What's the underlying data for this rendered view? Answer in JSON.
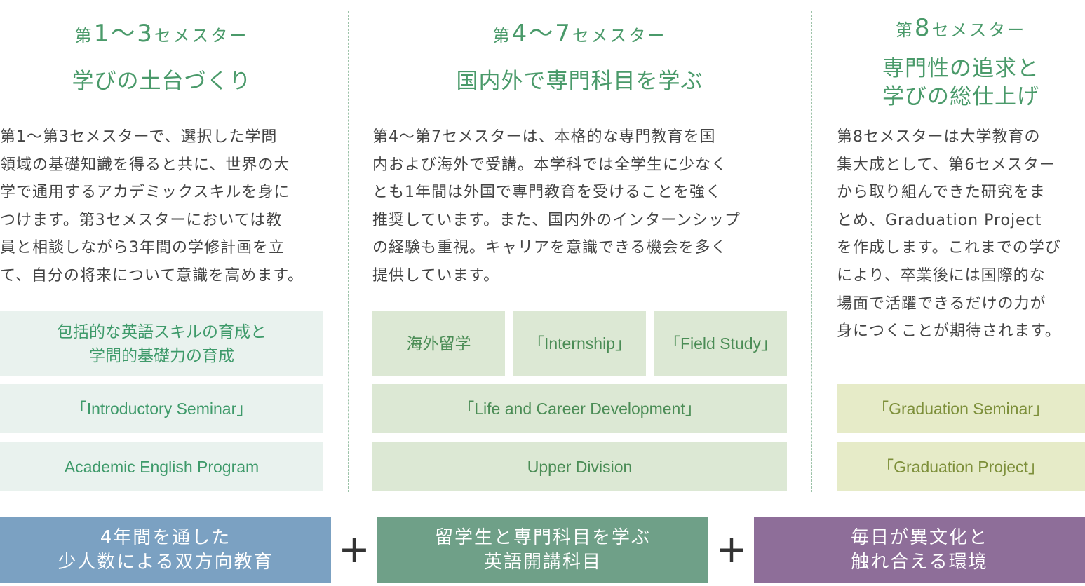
{
  "columns": [
    {
      "semester": {
        "prefix": "第",
        "range": "1〜3",
        "suffix": "セメスター"
      },
      "heading": [
        "学びの土台づくり"
      ],
      "description": [
        "第1〜第3セメスターで、選択した学問",
        "領域の基礎知識を得ると共に、世界の大",
        "学で通用するアカデミックスキルを身に",
        "つけます。第3セメスターにおいては教",
        "員と相談しながら3年間の学修計画を立",
        "て、自分の将来について意識を高めます。"
      ],
      "boxes": [
        [
          "包括的な英語スキルの育成と",
          "学問的基礎力の育成"
        ],
        [
          "「Introductory Seminar」"
        ],
        [
          "Academic English Program"
        ]
      ]
    },
    {
      "semester": {
        "prefix": "第",
        "range": "4〜7",
        "suffix": "セメスター"
      },
      "heading": [
        "国内外で専門科目を学ぶ"
      ],
      "description": [
        "第4〜第7セメスターは、本格的な専門教育を国",
        "内および海外で受講。本学科では全学生に少なく",
        "とも1年間は外国で専門教育を受けることを強く",
        "推奨しています。また、国内外のインターンシップ",
        "の経験も重視。キャリアを意識できる機会を多く",
        "提供しています。"
      ],
      "boxes": [
        [
          "海外留学"
        ],
        [
          "「Internship」"
        ],
        [
          "「Field Study」"
        ],
        [
          "「Life and Career Development」"
        ],
        [
          "Upper Division"
        ]
      ]
    },
    {
      "semester": {
        "prefix": "第",
        "range": "8",
        "suffix": "セメスター"
      },
      "heading": [
        "専門性の追求と",
        "学びの総仕上げ"
      ],
      "description": [
        "第8セメスターは大学教育の",
        "集大成として、第6セメスター",
        "から取り組んできた研究をま",
        "とめ、Graduation Project",
        "を作成します。これまでの学び",
        "により、卒業後には国際的な",
        "場面で活躍できるだけの力が",
        "身につくことが期待されます。"
      ],
      "boxes": [
        [
          "「Graduation Seminar」"
        ],
        [
          "「Graduation Project」"
        ]
      ]
    }
  ],
  "bottom": [
    [
      "4年間を通した",
      "少人数による双方向教育"
    ],
    [
      "留学生と専門科目を学ぶ",
      "英語開講科目"
    ],
    [
      "毎日が異文化と",
      "触れ合える環境"
    ]
  ],
  "plus_sign": "+",
  "colors": {
    "accent_green": "#4a9a6a",
    "bottom_blue": "#7ba1c2",
    "bottom_green": "#6fa088",
    "bottom_purple": "#8e6e99"
  }
}
